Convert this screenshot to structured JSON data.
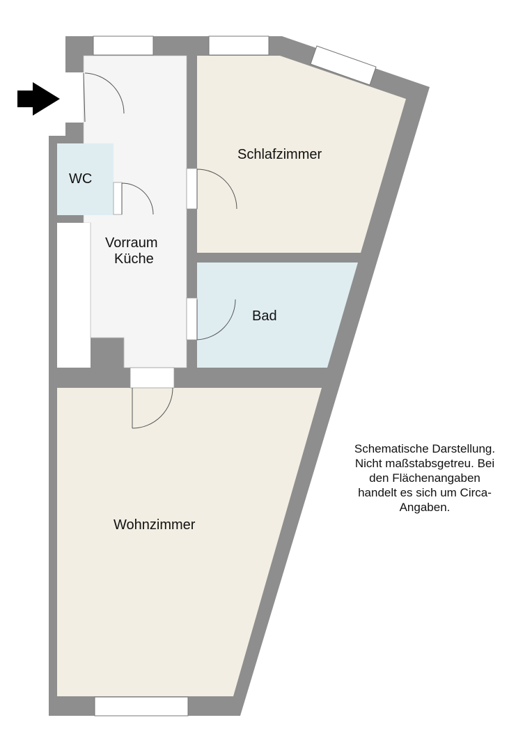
{
  "rooms": {
    "schlafzimmer": "Schlafzimmer",
    "wc": "WC",
    "vorraum_line1": "Vorraum",
    "vorraum_line2": "Küche",
    "bad": "Bad",
    "wohnzimmer": "Wohnzimmer"
  },
  "note": {
    "line1": "Schematische Darstellung.",
    "line2": "Nicht maßstabsgetreu. Bei",
    "line3": "den Flächenangaben",
    "line4": "handelt es sich um Circa-",
    "line5": "Angaben."
  },
  "colors": {
    "wall": "#8e8e8e",
    "beige": "#f2eee3",
    "blue": "#dfedf1",
    "hall": "#f5f5f5"
  }
}
